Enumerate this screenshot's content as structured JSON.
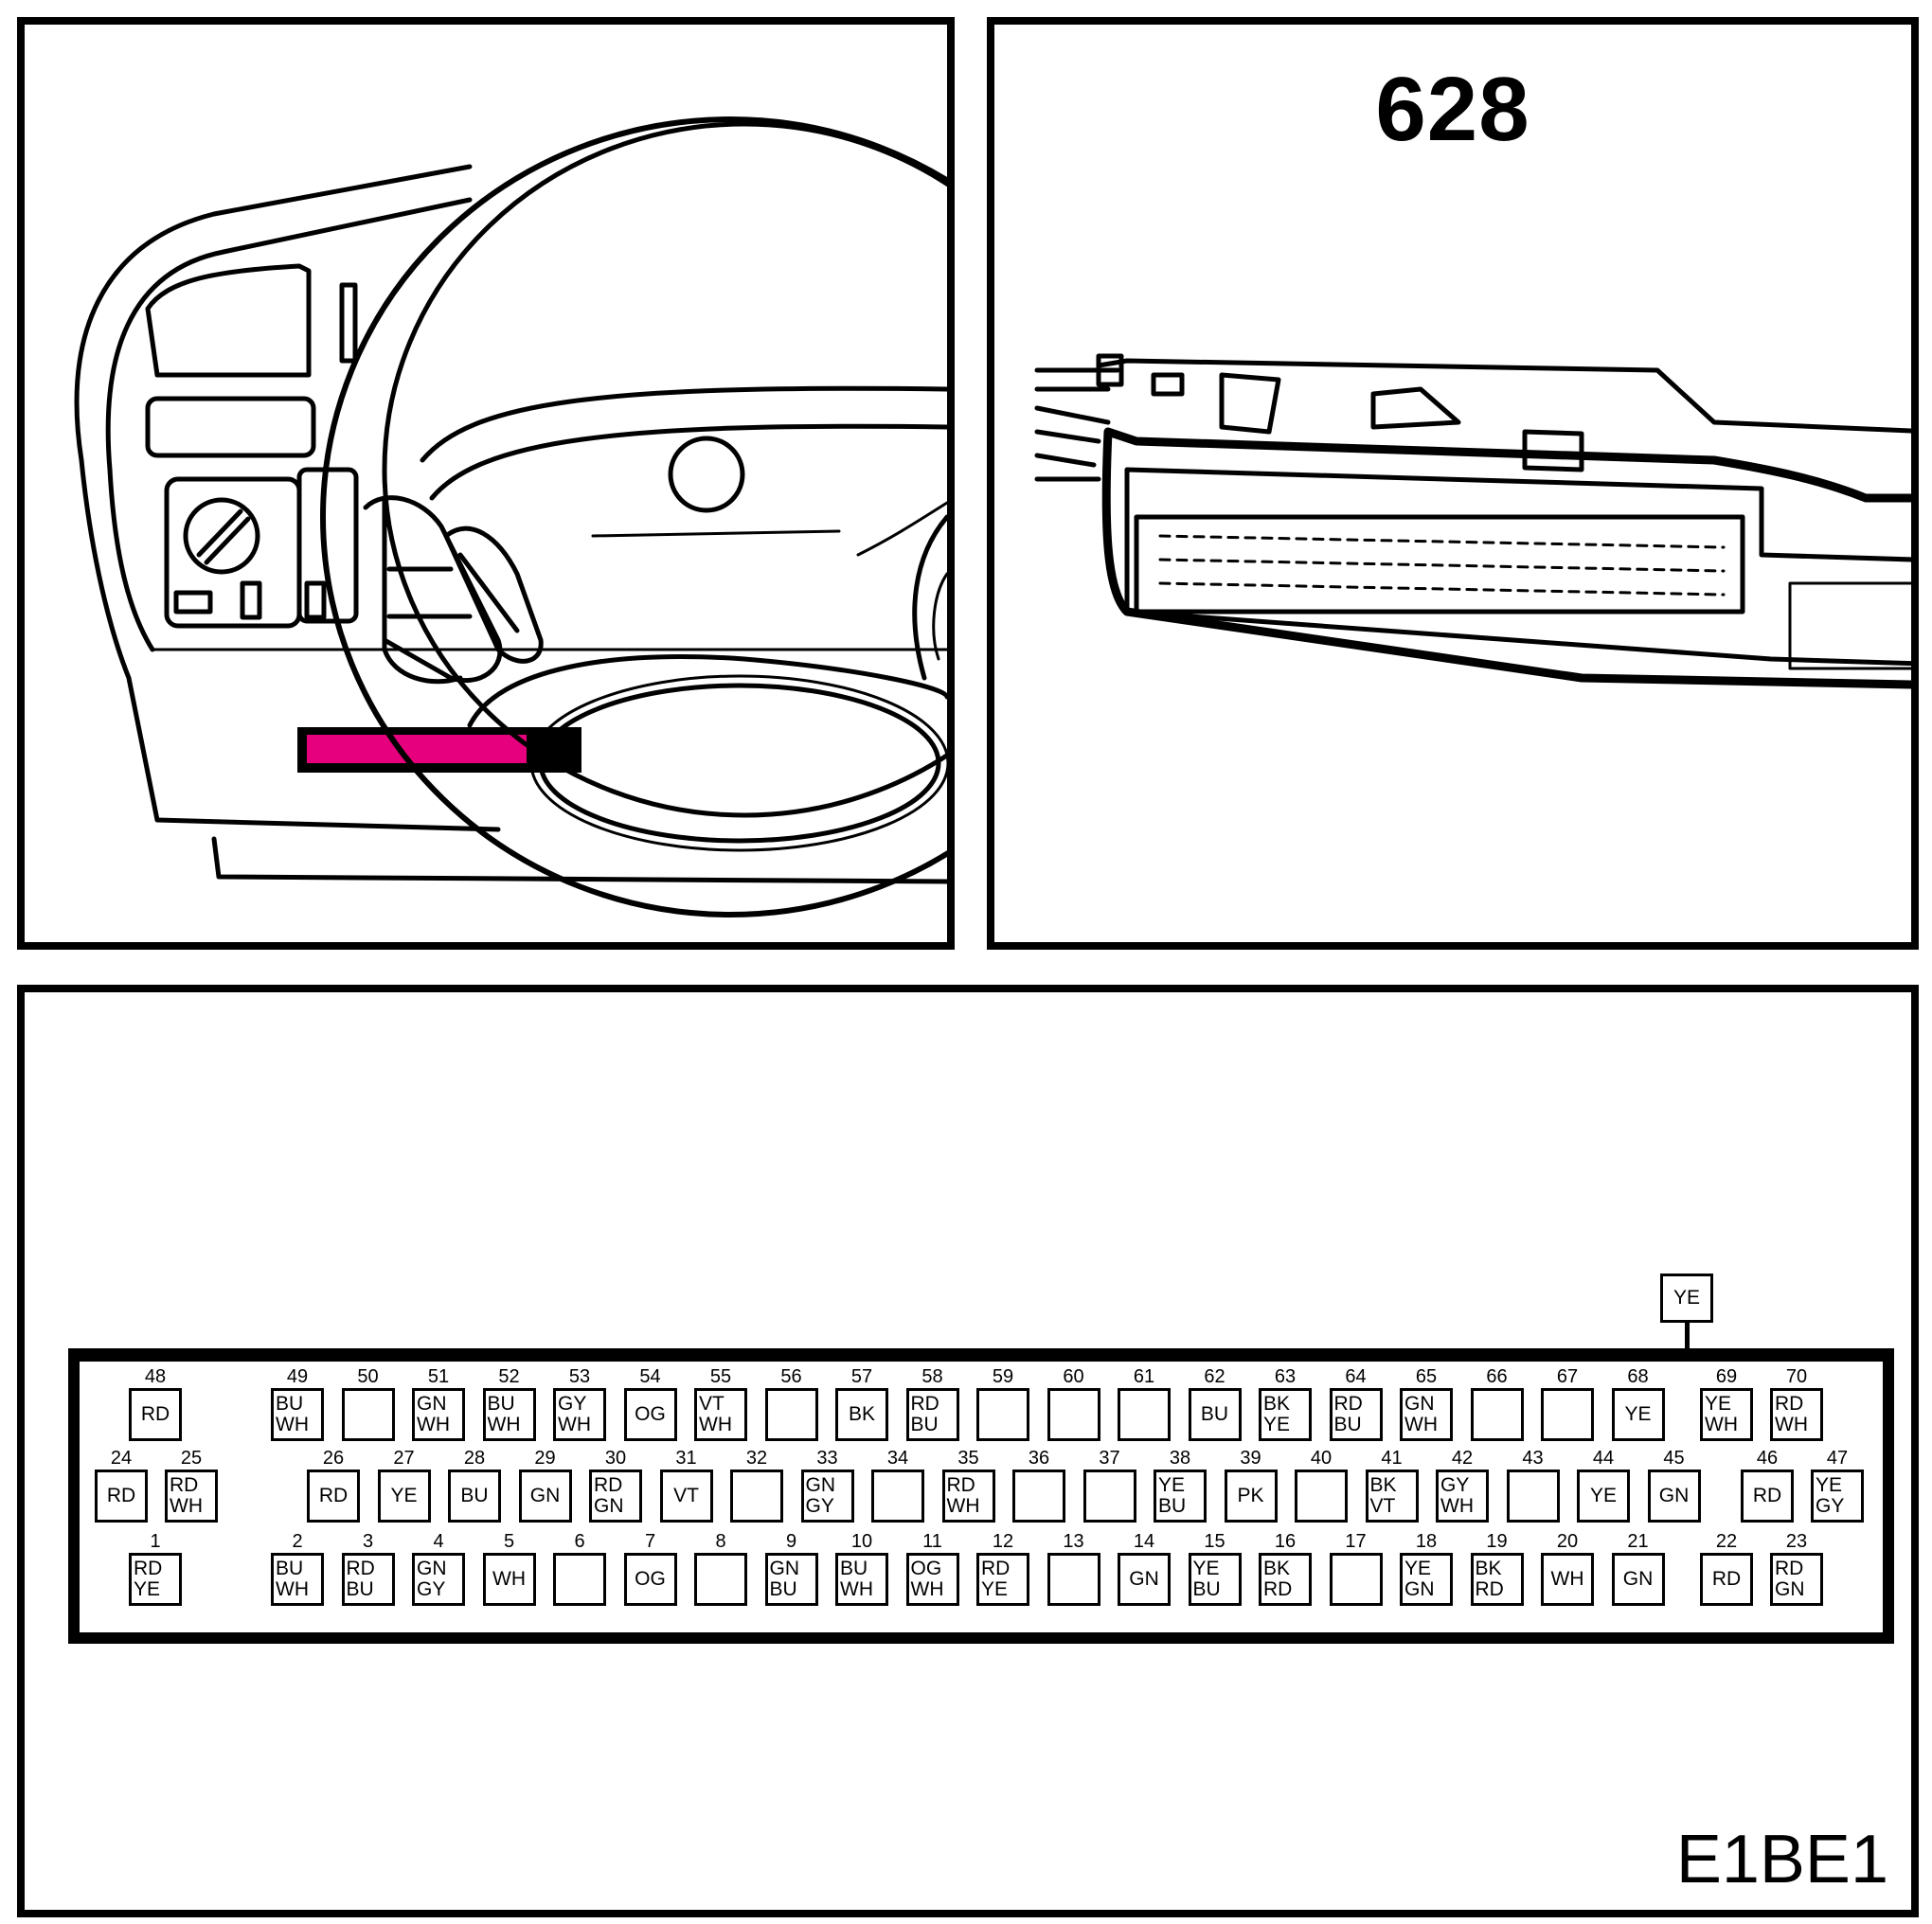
{
  "header": {
    "part_number": "628"
  },
  "footer": {
    "figure_code": "E1BE1"
  },
  "callout": {
    "label": "YE"
  },
  "colors": {
    "highlight": "#e6007e",
    "line": "#000000"
  },
  "rows": {
    "top": [
      {
        "n": "48",
        "c": [
          "RD"
        ]
      },
      {
        "n": "49",
        "c": [
          "BU",
          "WH"
        ]
      },
      {
        "n": "50",
        "c": []
      },
      {
        "n": "51",
        "c": [
          "GN",
          "WH"
        ]
      },
      {
        "n": "52",
        "c": [
          "BU",
          "WH"
        ]
      },
      {
        "n": "53",
        "c": [
          "GY",
          "WH"
        ]
      },
      {
        "n": "54",
        "c": [
          "OG"
        ]
      },
      {
        "n": "55",
        "c": [
          "VT",
          "WH"
        ]
      },
      {
        "n": "56",
        "c": []
      },
      {
        "n": "57",
        "c": [
          "BK"
        ]
      },
      {
        "n": "58",
        "c": [
          "RD",
          "BU"
        ]
      },
      {
        "n": "59",
        "c": []
      },
      {
        "n": "60",
        "c": []
      },
      {
        "n": "61",
        "c": []
      },
      {
        "n": "62",
        "c": [
          "BU"
        ]
      },
      {
        "n": "63",
        "c": [
          "BK",
          "YE"
        ]
      },
      {
        "n": "64",
        "c": [
          "RD",
          "BU"
        ]
      },
      {
        "n": "65",
        "c": [
          "GN",
          "WH"
        ]
      },
      {
        "n": "66",
        "c": []
      },
      {
        "n": "67",
        "c": []
      },
      {
        "n": "68",
        "c": [
          "YE"
        ]
      },
      {
        "n": "69",
        "c": [
          "YE",
          "WH"
        ]
      },
      {
        "n": "70",
        "c": [
          "RD",
          "WH"
        ]
      }
    ],
    "middle": [
      {
        "n": "24",
        "c": [
          "RD"
        ]
      },
      {
        "n": "25",
        "c": [
          "RD",
          "WH"
        ]
      },
      {
        "n": "26",
        "c": [
          "RD"
        ]
      },
      {
        "n": "27",
        "c": [
          "YE"
        ]
      },
      {
        "n": "28",
        "c": [
          "BU"
        ]
      },
      {
        "n": "29",
        "c": [
          "GN"
        ]
      },
      {
        "n": "30",
        "c": [
          "RD",
          "GN"
        ]
      },
      {
        "n": "31",
        "c": [
          "VT"
        ]
      },
      {
        "n": "32",
        "c": []
      },
      {
        "n": "33",
        "c": [
          "GN",
          "GY"
        ]
      },
      {
        "n": "34",
        "c": []
      },
      {
        "n": "35",
        "c": [
          "RD",
          "WH"
        ]
      },
      {
        "n": "36",
        "c": []
      },
      {
        "n": "37",
        "c": []
      },
      {
        "n": "38",
        "c": [
          "YE",
          "BU"
        ]
      },
      {
        "n": "39",
        "c": [
          "PK"
        ]
      },
      {
        "n": "40",
        "c": []
      },
      {
        "n": "41",
        "c": [
          "BK",
          "VT"
        ]
      },
      {
        "n": "42",
        "c": [
          "GY",
          "WH"
        ]
      },
      {
        "n": "43",
        "c": []
      },
      {
        "n": "44",
        "c": [
          "YE"
        ]
      },
      {
        "n": "45",
        "c": [
          "GN"
        ]
      },
      {
        "n": "46",
        "c": [
          "RD"
        ]
      },
      {
        "n": "47",
        "c": [
          "YE",
          "GY"
        ]
      }
    ],
    "bottom": [
      {
        "n": "1",
        "c": [
          "RD",
          "YE"
        ]
      },
      {
        "n": "2",
        "c": [
          "BU",
          "WH"
        ]
      },
      {
        "n": "3",
        "c": [
          "RD",
          "BU"
        ]
      },
      {
        "n": "4",
        "c": [
          "GN",
          "GY"
        ]
      },
      {
        "n": "5",
        "c": [
          "WH"
        ]
      },
      {
        "n": "6",
        "c": []
      },
      {
        "n": "7",
        "c": [
          "OG"
        ]
      },
      {
        "n": "8",
        "c": []
      },
      {
        "n": "9",
        "c": [
          "GN",
          "BU"
        ]
      },
      {
        "n": "10",
        "c": [
          "BU",
          "WH"
        ]
      },
      {
        "n": "11",
        "c": [
          "OG",
          "WH"
        ]
      },
      {
        "n": "12",
        "c": [
          "RD",
          "YE"
        ]
      },
      {
        "n": "13",
        "c": []
      },
      {
        "n": "14",
        "c": [
          "GN"
        ]
      },
      {
        "n": "15",
        "c": [
          "YE",
          "BU"
        ]
      },
      {
        "n": "16",
        "c": [
          "BK",
          "RD"
        ]
      },
      {
        "n": "17",
        "c": []
      },
      {
        "n": "18",
        "c": [
          "YE",
          "GN"
        ]
      },
      {
        "n": "19",
        "c": [
          "BK",
          "RD"
        ]
      },
      {
        "n": "20",
        "c": [
          "WH"
        ]
      },
      {
        "n": "21",
        "c": [
          "GN"
        ]
      },
      {
        "n": "22",
        "c": [
          "RD"
        ]
      },
      {
        "n": "23",
        "c": [
          "RD",
          "GN"
        ]
      }
    ]
  }
}
